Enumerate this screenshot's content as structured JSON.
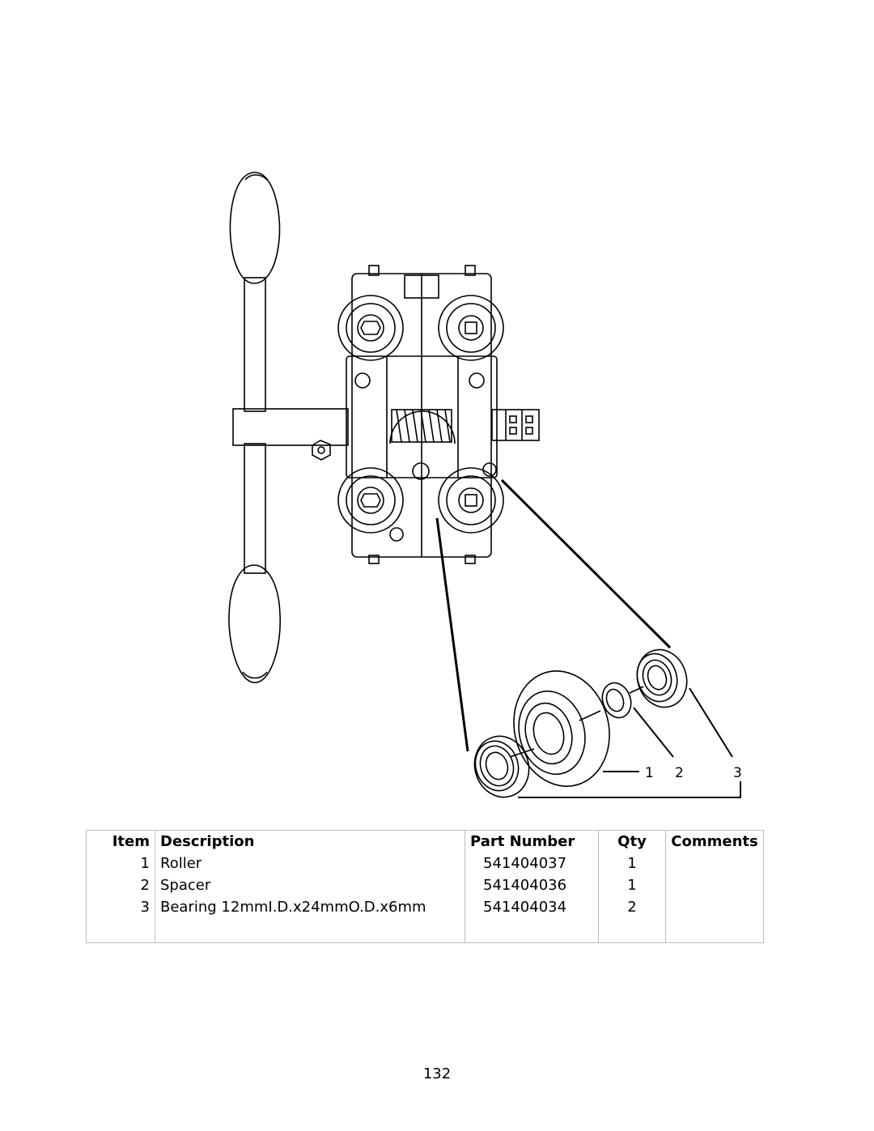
{
  "callouts": [
    "1",
    "2",
    "3"
  ],
  "table": {
    "headers": {
      "item": "Item",
      "description": "Description",
      "part_number": "Part Number",
      "qty": "Qty",
      "comments": "Comments"
    },
    "rows": [
      {
        "item": "1",
        "description": "Roller",
        "part_number": "541404037",
        "qty": "1",
        "comments": ""
      },
      {
        "item": "2",
        "description": "Spacer",
        "part_number": "541404036",
        "qty": "1",
        "comments": ""
      },
      {
        "item": "3",
        "description": "Bearing 12mmI.D.x24mmO.D.x6mm",
        "part_number": "541404034",
        "qty": "2",
        "comments": ""
      }
    ]
  },
  "page_number": "132"
}
